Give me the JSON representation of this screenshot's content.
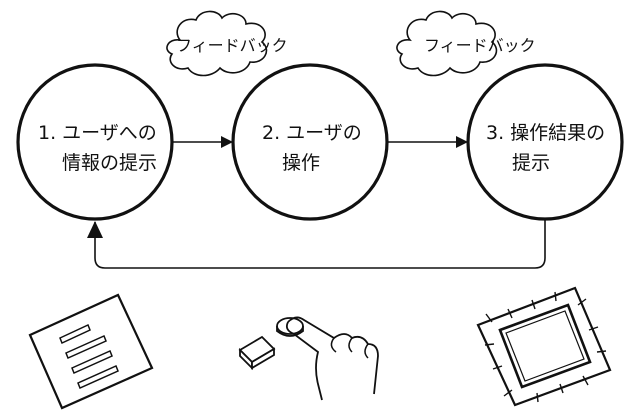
{
  "diagram": {
    "nodes": [
      {
        "id": "present",
        "lines": [
          "1. ユーザへの",
          "情報の提示"
        ]
      },
      {
        "id": "operate",
        "lines": [
          "2. ユーザの",
          "操作"
        ]
      },
      {
        "id": "result",
        "lines": [
          "3. 操作結果の",
          "提示"
        ]
      }
    ],
    "feedback_labels": [
      "フィードバック",
      "フィードバック"
    ],
    "edges": [
      {
        "from": "present",
        "to": "operate"
      },
      {
        "from": "operate",
        "to": "result"
      },
      {
        "from": "result",
        "to": "present"
      }
    ],
    "illustrations": [
      {
        "icon": "paper-sheet-icon",
        "under": "present"
      },
      {
        "icon": "hand-pressing-button-icon",
        "under": "operate"
      },
      {
        "icon": "display-screen-icon",
        "under": "result"
      }
    ],
    "colors": {
      "stroke": "#111111",
      "background": "#ffffff"
    }
  }
}
